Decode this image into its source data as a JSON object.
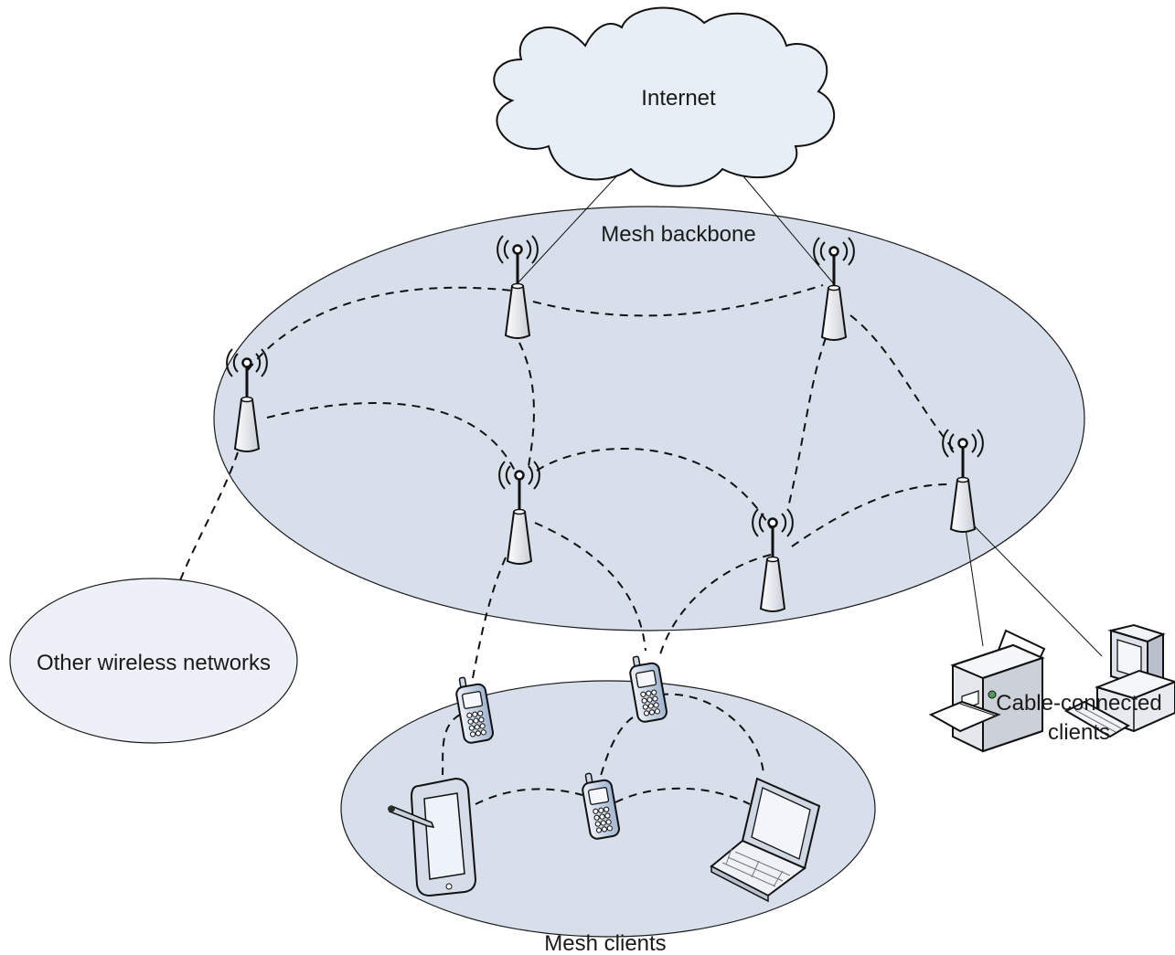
{
  "labels": {
    "internet": "Internet",
    "mesh_backbone": "Mesh backbone",
    "other_networks": "Other wireless networks",
    "mesh_clients": "Mesh clients",
    "cable_clients_line1": "Cable-connected",
    "cable_clients_line2": "clients"
  },
  "icons": [
    "cloud-icon",
    "router-antenna-icon",
    "cellphone-icon",
    "tablet-icon",
    "laptop-icon",
    "printer-icon",
    "desktop-computer-icon"
  ],
  "colors": {
    "backbone_fill": "#d6dfea",
    "cloud_fill": "#e8eef6",
    "device_blue": "#b9cbe3"
  }
}
